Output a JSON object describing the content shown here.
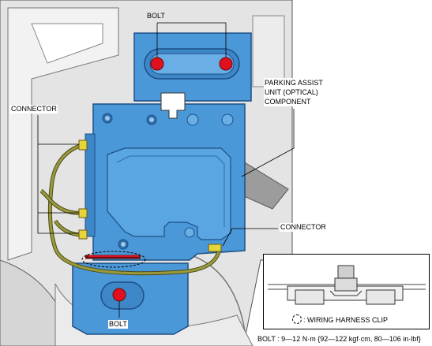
{
  "labels": {
    "bolt_top": "BOLT",
    "bolt_bottom": "BOLT",
    "connector_left": "CONNECTOR",
    "connector_right": "CONNECTOR",
    "parking_assist_unit": [
      "PARKING ASSIST",
      "UNIT (OPTICAL)",
      "COMPONENT"
    ]
  },
  "inset": {
    "legend_text": ": WIRING HARNESS CLIP"
  },
  "torque_spec": "BOLT : 9—12 N·m {92—122 kgf·cm, 80—106 in·lbf}",
  "colors": {
    "unit_blue": "#4b98d8",
    "unit_outline": "#1d4f86",
    "bolt_red": "#e0101e",
    "wire_olive": "#8a8a2e",
    "connector_yellow": "#e6d43a",
    "background_gray": "#e3e3e3"
  }
}
